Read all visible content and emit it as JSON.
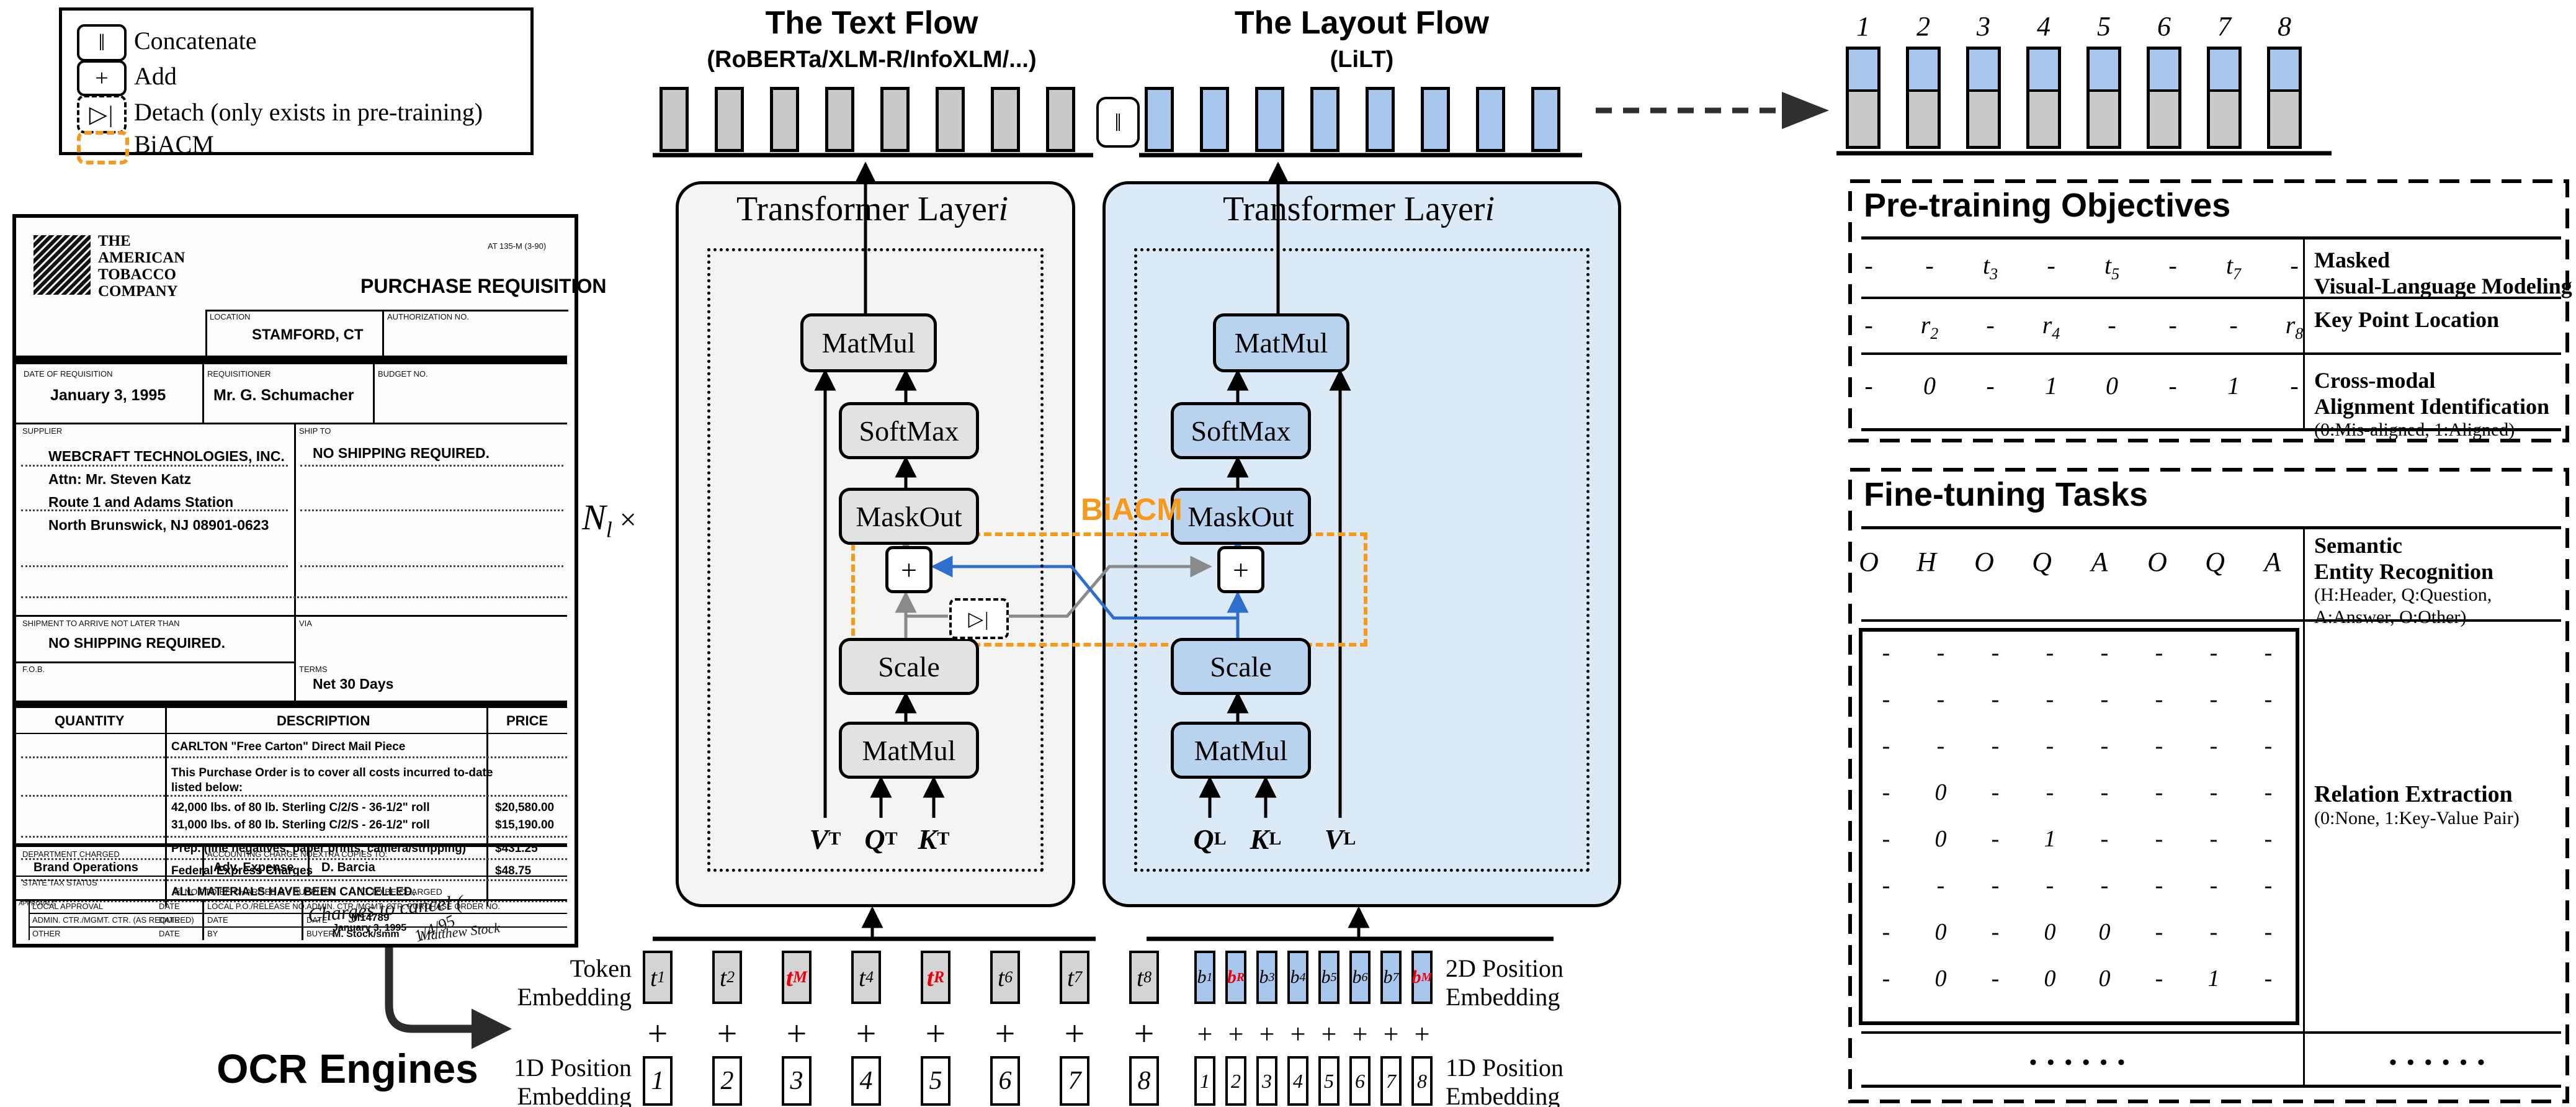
{
  "colors": {
    "accent_orange": "#F59A1D",
    "line_blue": "#2E6FCE",
    "line_gray": "#8a8a8a",
    "bar_blue": "#A9C6EC",
    "bar_gray": "#C9C9C9",
    "box_gray": "#E2E2E0",
    "box_blue": "#B9D3EE",
    "layer_gray_bg": "#F4F4F2",
    "layer_blue_bg": "#DCE9F7",
    "red": "#E8000D"
  },
  "legend": {
    "items": [
      {
        "icon": "concatenate-icon",
        "glyph": "‖",
        "label": "Concatenate"
      },
      {
        "icon": "add-icon",
        "glyph": "+",
        "label": "Add"
      },
      {
        "icon": "detach-icon",
        "glyph": "▷|",
        "label": "Detach (only exists in pre-training)"
      },
      {
        "icon": "biacm-icon",
        "glyph": "",
        "label": "BiACM"
      }
    ]
  },
  "flows": {
    "text": {
      "title": "The Text Flow",
      "subtitle": "(RoBERTa/XLM-R/InfoXLM/...)"
    },
    "layout": {
      "title": "The Layout Flow",
      "subtitle": "(LiLT)"
    }
  },
  "layers": {
    "title": "Transformer Layer",
    "index": "i",
    "n_times": {
      "base": "N",
      "sub": "l",
      "times": "×"
    },
    "biacm_label": "BiACM",
    "ops": [
      "MatMul",
      "SoftMax",
      "MaskOut",
      "Scale",
      "MatMul"
    ],
    "plus": "+",
    "detach_glyph": "▷|",
    "concat_glyph": "‖",
    "left_inputs": [
      {
        "t": "V",
        "s": "T"
      },
      {
        "t": "Q",
        "s": "T"
      },
      {
        "t": "K",
        "s": "T"
      }
    ],
    "right_inputs": [
      {
        "t": "Q",
        "s": "L"
      },
      {
        "t": "K",
        "s": "L"
      },
      {
        "t": "V",
        "s": "L"
      }
    ]
  },
  "embeddings": {
    "plus": "+",
    "text_tokens": [
      {
        "t": "t",
        "s": "1"
      },
      {
        "t": "t",
        "s": "2"
      },
      {
        "t": "t",
        "s": "M",
        "red": true
      },
      {
        "t": "t",
        "s": "4"
      },
      {
        "t": "t",
        "s": "R",
        "red": true
      },
      {
        "t": "t",
        "s": "6"
      },
      {
        "t": "t",
        "s": "7"
      },
      {
        "t": "t",
        "s": "8"
      }
    ],
    "layout_tokens": [
      {
        "t": "b",
        "s": "1"
      },
      {
        "t": "b",
        "s": "R",
        "red": true
      },
      {
        "t": "b",
        "s": "3"
      },
      {
        "t": "b",
        "s": "4"
      },
      {
        "t": "b",
        "s": "5"
      },
      {
        "t": "b",
        "s": "6"
      },
      {
        "t": "b",
        "s": "7"
      },
      {
        "t": "b",
        "s": "M",
        "red": true
      }
    ],
    "pos_1d": [
      "1",
      "2",
      "3",
      "4",
      "5",
      "6",
      "7",
      "8"
    ],
    "labels": {
      "token": [
        "Token",
        "Embedding"
      ],
      "pos1d_left": [
        "1D Position",
        "Embedding"
      ],
      "pos2d_right": [
        "2D Position",
        "Embedding"
      ],
      "pos1d_right": [
        "1D Position",
        "Embedding"
      ]
    }
  },
  "output_bars": {
    "numbers": [
      "1",
      "2",
      "3",
      "4",
      "5",
      "6",
      "7",
      "8"
    ]
  },
  "ocr_label": "OCR Engines",
  "pretraining": {
    "title": "Pre-training Objectives",
    "rows": [
      {
        "cells": [
          "-",
          "-",
          {
            "t": "t",
            "s": "3"
          },
          "-",
          {
            "t": "t",
            "s": "5"
          },
          "-",
          {
            "t": "t",
            "s": "7"
          },
          "-"
        ],
        "label_lines": [
          "Masked",
          "Visual-Language Modeling"
        ],
        "note_lines": []
      },
      {
        "cells": [
          "-",
          {
            "t": "r",
            "s": "2"
          },
          "-",
          {
            "t": "r",
            "s": "4"
          },
          "-",
          "-",
          "-",
          {
            "t": "r",
            "s": "8"
          }
        ],
        "label_lines": [
          "Key Point Location"
        ],
        "note_lines": []
      },
      {
        "cells": [
          "-",
          "0",
          "-",
          "1",
          "0",
          "-",
          "1",
          "-"
        ],
        "label_lines": [
          "Cross-modal",
          "Alignment Identification"
        ],
        "note_lines": [
          "(0:Mis-aligned, 1:Aligned)"
        ]
      }
    ]
  },
  "finetuning": {
    "title": "Fine-tuning Tasks",
    "ser": {
      "cells": [
        "O",
        "H",
        "O",
        "Q",
        "A",
        "O",
        "Q",
        "A"
      ],
      "label_lines": [
        "Semantic",
        "Entity Recognition"
      ],
      "note_lines": [
        "(H:Header, Q:Question,",
        "A:Answer, O:Other)"
      ]
    },
    "re": {
      "matrix": [
        [
          "-",
          "-",
          "-",
          "-",
          "-",
          "-",
          "-",
          "-"
        ],
        [
          "-",
          "-",
          "-",
          "-",
          "-",
          "-",
          "-",
          "-"
        ],
        [
          "-",
          "-",
          "-",
          "-",
          "-",
          "-",
          "-",
          "-"
        ],
        [
          "-",
          "0",
          "-",
          "-",
          "-",
          "-",
          "-",
          "-"
        ],
        [
          "-",
          "0",
          "-",
          "1",
          "-",
          "-",
          "-",
          "-"
        ],
        [
          "-",
          "-",
          "-",
          "-",
          "-",
          "-",
          "-",
          "-"
        ],
        [
          "-",
          "0",
          "-",
          "0",
          "0",
          "-",
          "-",
          "-"
        ],
        [
          "-",
          "0",
          "-",
          "0",
          "0",
          "-",
          "1",
          "-"
        ]
      ],
      "label_lines": [
        "Relation Extraction"
      ],
      "note_lines": [
        "(0:None, 1:Key-Value Pair)"
      ]
    },
    "dots": "• • • • • •"
  },
  "document": {
    "form_code": "AT 135-M (3-90)",
    "title": "PURCHASE REQUISITION",
    "company_lines": [
      "THE",
      "AMERICAN",
      "TOBACCO",
      "COMPANY"
    ],
    "location_label": "LOCATION",
    "location": "STAMFORD, CT",
    "auth_label": "AUTHORIZATION NO.",
    "date_label": "DATE OF REQUISITION",
    "date": "January 3, 1995",
    "req_label": "REQUISITIONER",
    "requisitioner": "Mr. G. Schumacher",
    "budget_label": "BUDGET NO.",
    "supplier_label": "SUPPLIER",
    "supplier_lines": [
      "WEBCRAFT TECHNOLOGIES, INC.",
      "Attn: Mr. Steven Katz",
      "Route 1 and Adams Station",
      "North Brunswick, NJ 08901-0623"
    ],
    "shipto_label": "SHIP TO",
    "shipto": "NO SHIPPING REQUIRED.",
    "arrive_label": "SHIPMENT TO ARRIVE NOT LATER THAN",
    "arrive": "NO SHIPPING REQUIRED.",
    "via_label": "VIA",
    "fob_label": "F.O.B.",
    "terms_label": "TERMS",
    "terms": "Net 30 Days",
    "qty_header": "QUANTITY",
    "desc_header": "DESCRIPTION",
    "price_header": "PRICE",
    "desc_rows": [
      {
        "desc": "CARLTON \"Free Carton\" Direct Mail Piece",
        "price": ""
      },
      {
        "desc": "This Purchase Order is to cover all costs incurred to-date",
        "price": ""
      },
      {
        "desc": "listed below:",
        "price": ""
      },
      {
        "desc": "42,000 lbs. of 80 lb. Sterling C/2/S - 36-1/2\" roll",
        "price": "$20,580.00"
      },
      {
        "desc": "31,000 lbs. of 80 lb. Sterling C/2/S - 26-1/2\" roll",
        "price": "$15,190.00"
      },
      {
        "desc": "Prep. (line negatives, paper prints, camera/stripping)",
        "price": "$431.25"
      },
      {
        "desc": "Federal Express Charges",
        "price": "$48.75"
      },
      {
        "desc": "ALL MATERIALS HAVE BEEN CANCELLED.",
        "price": ""
      }
    ],
    "handwriting": "Charges to cancel (",
    "handwriting_date": "1/4/95",
    "dept_label": "DEPARTMENT CHARGED",
    "dept": "Brand Operations",
    "acct_label": "ACCOUNTING CHARGE NO.",
    "acct": "Adv. Expense",
    "copies_label": "EXTRA COPIES TO:",
    "copies": "D. Barcia",
    "tax_label": "STATE TAX STATUS",
    "tax_opt1": "NOT TO BE CHARGED BY SUPPLIER",
    "tax_opt2": "TO BE CHARGED",
    "approvals_vertical": "APPROVALS",
    "local_label": "LOCAL APPROVAL",
    "date_small": "DATE",
    "release_label": "LOCAL P.O./RELEASE NO.",
    "admin_label": "ADMIN. CTR./MGMT. CTR. PURCHASE ORDER NO.",
    "po_no": "M14789",
    "admin2_label": "ADMIN. CTR./MGMT. CTR. (AS REQUIRED)",
    "po_date": "January 3, 1995",
    "other_label": "OTHER",
    "by_label": "BY",
    "buyer_label": "BUYER",
    "buyer": "M. Stock/smm",
    "signature": "Matthew Stock"
  }
}
